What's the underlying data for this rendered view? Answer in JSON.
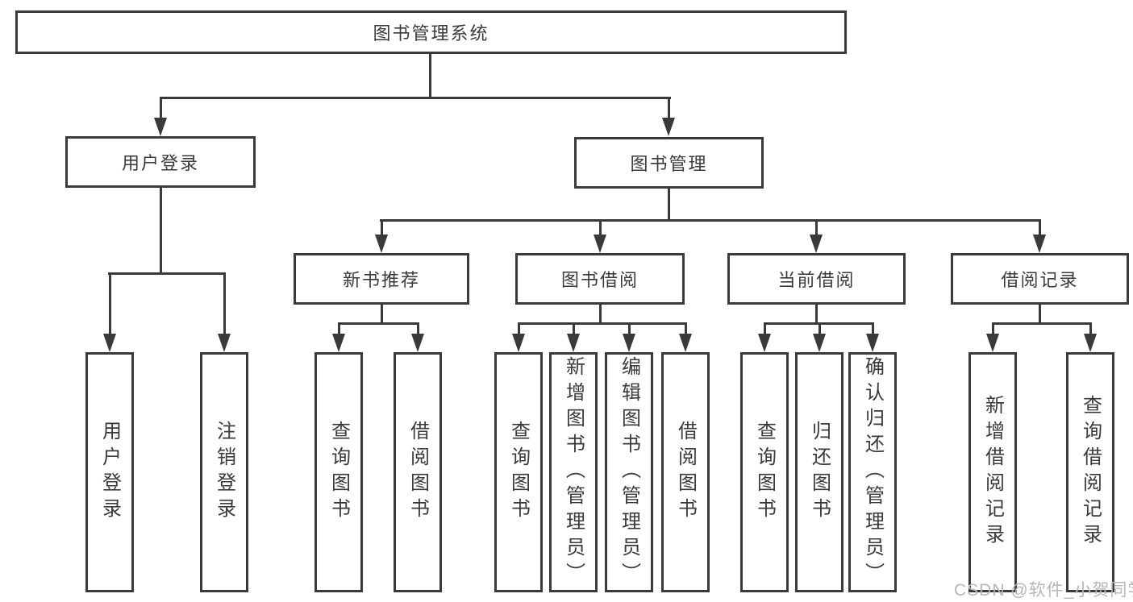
{
  "tree": {
    "root": "图书管理系统",
    "user_branch": {
      "label": "用户登录",
      "children": [
        "用户登录",
        "注销登录"
      ]
    },
    "book_branch": {
      "label": "图书管理",
      "groups": [
        {
          "label": "新书推荐",
          "children": [
            "查询图书",
            "借阅图书"
          ]
        },
        {
          "label": "图书借阅",
          "children": [
            "查询图书",
            "新增图书（管理员）",
            "编辑图书（管理员）",
            "借阅图书"
          ]
        },
        {
          "label": "当前借阅",
          "children": [
            "查询图书",
            "归还图书",
            "确认归还（管理员）"
          ]
        },
        {
          "label": "借阅记录",
          "children": [
            "新增借阅记录",
            "查询借阅记录"
          ]
        }
      ]
    }
  },
  "watermark": "CSDN @软件_小贺同学",
  "colors": {
    "line": "#3a3a3a",
    "box_background": "#ffffff",
    "watermark": "#b7b7b7"
  },
  "icons": {
    "arrow": "down-triangle"
  }
}
